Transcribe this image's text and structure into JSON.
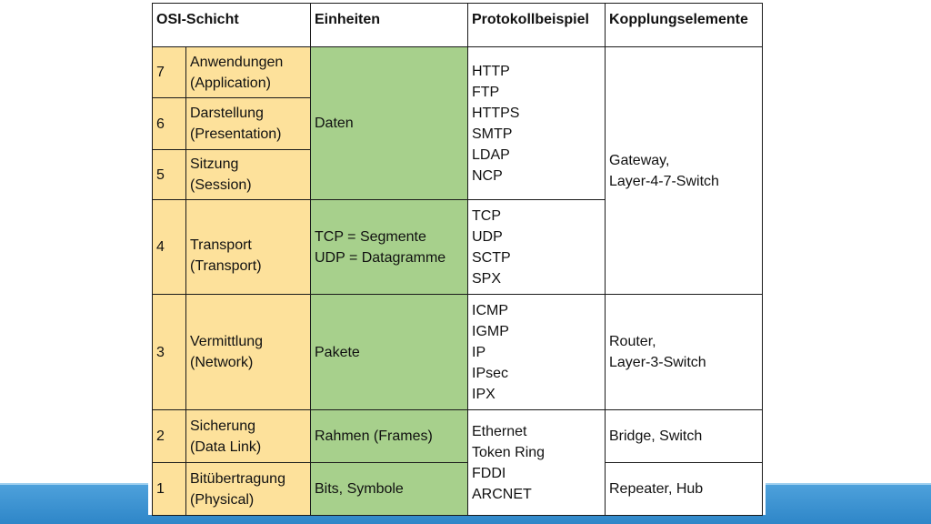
{
  "headers": {
    "schicht": "OSI-Schicht",
    "einheiten": "Einheiten",
    "protokoll": "Protokollbeispiel",
    "kopplung": "Kopplungselemente"
  },
  "layers": {
    "l7": {
      "num": "7",
      "name": "Anwendungen",
      "en": "(Application)"
    },
    "l6": {
      "num": "6",
      "name": "Darstellung",
      "en": "(Presentation)"
    },
    "l5": {
      "num": "5",
      "name": "Sitzung",
      "en": "(Session)"
    },
    "l4": {
      "num": "4",
      "name": "Transport",
      "en": "(Transport)"
    },
    "l3": {
      "num": "3",
      "name": "Vermittlung",
      "en": "(Network)"
    },
    "l2": {
      "num": "2",
      "name": "Sicherung",
      "en": "(Data Link)"
    },
    "l1": {
      "num": "1",
      "name": "Bitübertragung",
      "en": "(Physical)"
    }
  },
  "units": {
    "upper": "Daten",
    "transport_tcp": "TCP = Segmente",
    "transport_udp": "UDP = Datagramme",
    "network": "Pakete",
    "datalink": "Rahmen (Frames)",
    "physical": "Bits, Symbole"
  },
  "protocols": {
    "upper": [
      "HTTP",
      "FTP",
      "HTTPS",
      "SMTP",
      "LDAP",
      "NCP"
    ],
    "transport": [
      "TCP",
      "UDP",
      "SCTP",
      "SPX"
    ],
    "network": [
      "ICMP",
      "IGMP",
      "IP",
      "IPsec",
      "IPX"
    ],
    "lower": [
      "Ethernet",
      "Token Ring",
      "FDDI",
      "ARCNET"
    ]
  },
  "coupling": {
    "upper_1": "Gateway,",
    "upper_2": "Layer-4-7-Switch",
    "network_1": "Router,",
    "network_2": "Layer-3-Switch",
    "datalink": "Bridge, Switch",
    "physical": "Repeater, Hub"
  },
  "colors": {
    "layer_bg": "#fde19b",
    "unit_bg": "#a7d08c",
    "band": "#3a91d2"
  }
}
